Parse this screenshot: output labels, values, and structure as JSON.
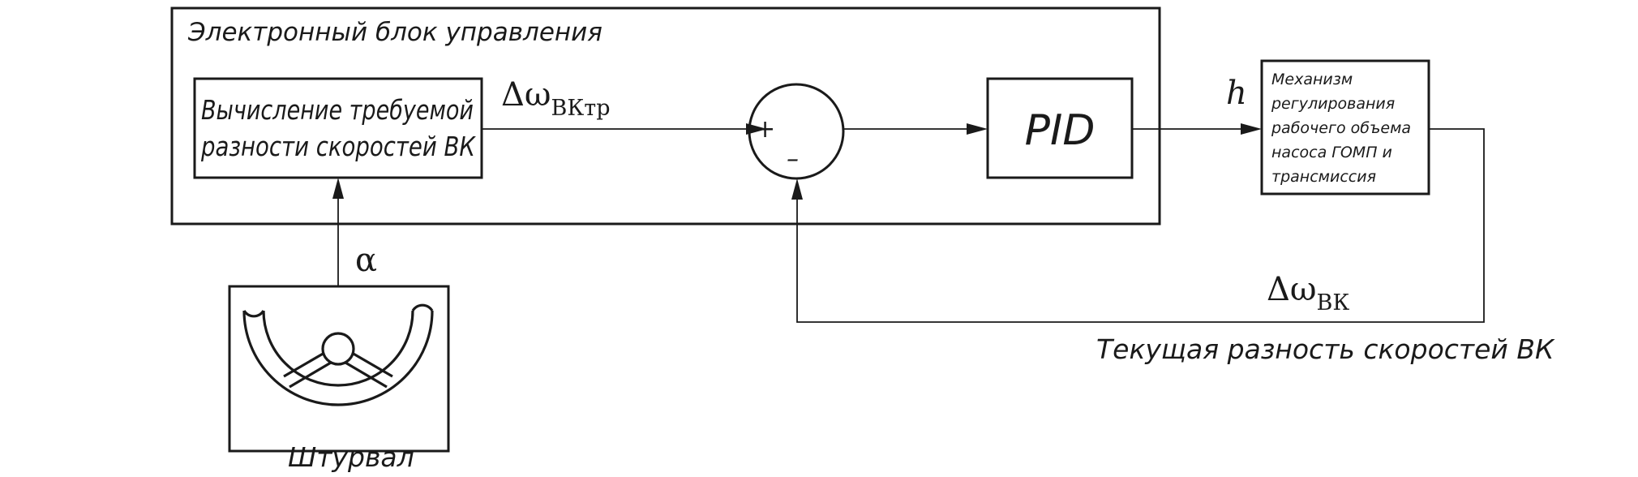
{
  "ecu": {
    "title": "Электронный блок управления"
  },
  "calc_block": {
    "line1": "Вычисление требуемой",
    "line2": "разности скоростей ВК"
  },
  "signals": {
    "required_diff": {
      "symbol": "Δω",
      "subscript": "ВКтр"
    },
    "current_diff": {
      "symbol": "Δω",
      "subscript": "ВК"
    },
    "control": "h",
    "wheel_angle": "α"
  },
  "summing_junction": {
    "plus": "+",
    "minus": "–"
  },
  "pid": {
    "label": "PID"
  },
  "mechanism": {
    "lines": [
      "Механизм",
      "регулирования",
      "рабочего объема",
      "насоса ГОМП и",
      "трансмиссия"
    ]
  },
  "feedback_caption": "Текущая разность скоростей ВК",
  "steering_wheel": {
    "label": "Штурвал"
  }
}
